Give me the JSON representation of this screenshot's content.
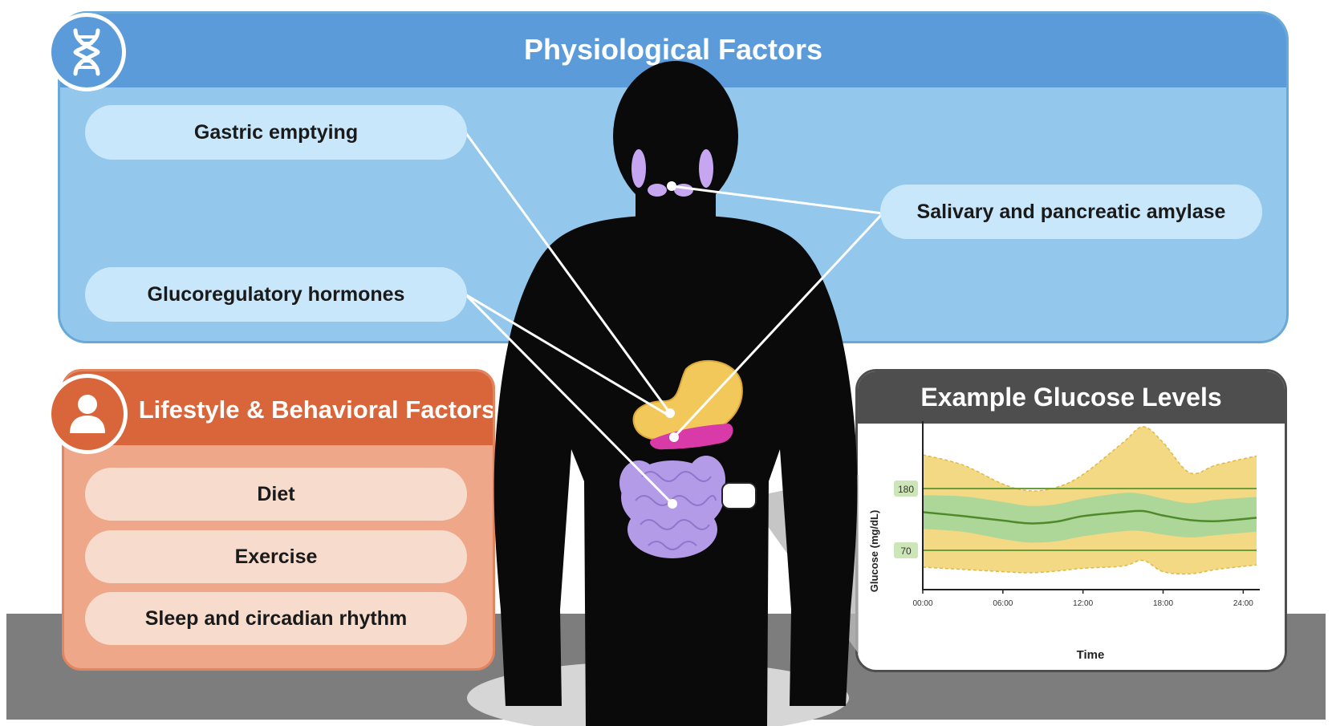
{
  "physiological": {
    "title": "Physiological Factors",
    "icon": "dna-icon",
    "items": [
      "Gastric emptying",
      "Glucoregulatory hormones",
      "Salivary and pancreatic amylase"
    ]
  },
  "lifestyle": {
    "title": "Lifestyle & Behavioral Factors",
    "icon": "person-icon",
    "items": [
      "Diet",
      "Exercise",
      "Sleep and circadian rhythm"
    ]
  },
  "glucose_chart": {
    "title": "Example Glucose Levels",
    "ylabel": "Glucose (mg/dL)",
    "xlabel": "Time",
    "xticks": [
      "00:00",
      "06:00",
      "12:00",
      "18:00",
      "24:00"
    ],
    "reference_lines": [
      "180",
      "70"
    ]
  },
  "colors": {
    "physiological": "#5b9bd9",
    "lifestyle": "#d9663a",
    "chart_header": "#4e4e4e",
    "stomach": "#f3c85a",
    "pancreas": "#d83aa8",
    "intestine": "#b39be8",
    "glands": "#c6a6f0"
  },
  "chart_data": {
    "type": "area",
    "title": "Example Glucose Levels",
    "xlabel": "Time",
    "ylabel": "Glucose (mg/dL)",
    "xticks": [
      "00:00",
      "06:00",
      "12:00",
      "18:00",
      "24:00"
    ],
    "x_hours": [
      0,
      3,
      6,
      8,
      10,
      12,
      15,
      16.5,
      18,
      20,
      22,
      25
    ],
    "series": [
      {
        "band": "outer",
        "upper": [
          240,
          222,
          188,
          176,
          182,
          205,
          262,
          290,
          262,
          208,
          222,
          238
        ],
        "lower": [
          40,
          36,
          32,
          30,
          33,
          38,
          42,
          52,
          32,
          28,
          36,
          44
        ]
      },
      {
        "band": "inner",
        "upper": [
          168,
          166,
          156,
          149,
          152,
          162,
          172,
          170,
          162,
          154,
          160,
          165
        ],
        "lower": [
          108,
          103,
          90,
          84,
          86,
          95,
          104,
          104,
          98,
          93,
          97,
          103
        ]
      },
      {
        "band": "median",
        "values": [
          138,
          131,
          123,
          118,
          121,
          131,
          138,
          140,
          132,
          124,
          122,
          128
        ]
      }
    ],
    "reference_lines": [
      180,
      70
    ],
    "ylim": [
      0,
      300
    ],
    "xlim": [
      0,
      25
    ]
  }
}
